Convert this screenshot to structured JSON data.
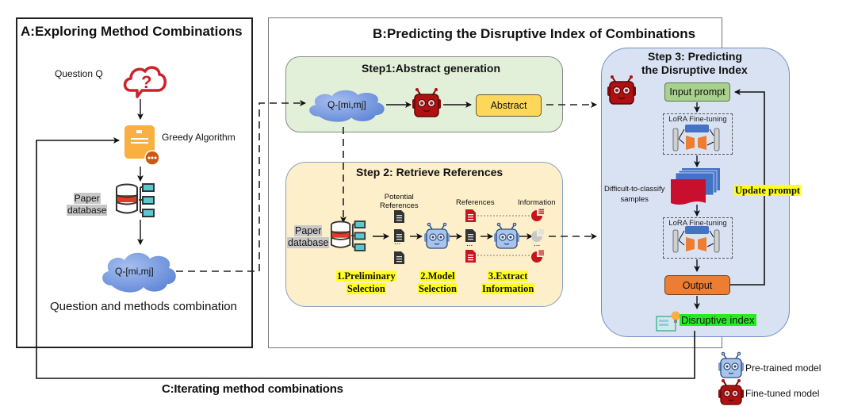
{
  "sections": {
    "a": {
      "title": "A:Exploring Method Combinations"
    },
    "b": {
      "title": "B:Predicting the Disruptive Index of Combinations"
    },
    "c": {
      "title": "C:Iterating method combinations"
    }
  },
  "panel_a": {
    "question_label": "Question Q",
    "greedy_label": "Greedy Algorithm",
    "db_label_line1": "Paper",
    "db_label_line2": "database",
    "cloud_text": "Q-[mi,mj]",
    "caption": "Question and methods combination"
  },
  "step1": {
    "title": "Step1:Abstract generation",
    "cloud_text": "Q-[mi,mj]",
    "abstract_label": "Abstract"
  },
  "step2": {
    "title": "Step 2: Retrieve References",
    "db_label_line1": "Paper",
    "db_label_line2": "database",
    "potential_line1": "Potential",
    "potential_line2": "References",
    "references_label": "References",
    "information_label": "Information",
    "ellipsis": "...",
    "stage1_line1": "1.Preliminary",
    "stage1_line2": "Selection",
    "stage2_line1": "2.Model",
    "stage2_line2": "Selection",
    "stage3_line1": "3.Extract",
    "stage3_line2": "Information"
  },
  "step3": {
    "title_line1": "Step 3: Predicting",
    "title_line2": "the Disruptive Index",
    "input_prompt": "Input prompt",
    "lora_label_1": "LoRA Fine-tuning",
    "lora_label_2": "LoRA Fine-tuning",
    "difficult_line1": "Difficult-to-classify",
    "difficult_line2": "samples",
    "update_prompt": "Update prompt",
    "output_label": "Output",
    "disruptive_index": "Disruptive index"
  },
  "legend": {
    "pretrained": "Pre-trained model",
    "finetuned": "Fine-tuned model"
  },
  "colors": {
    "fine_tuned_robot": "#b01010",
    "pre_trained_robot": "#a9c4ec",
    "cloud": "#6d93dc",
    "question_icon": "#d0202a",
    "greedy_icon": "#f9b040",
    "step1_bg": "#e2efd9",
    "step2_bg": "#fdefc9",
    "step3_bg": "#d9e2f3",
    "highlight_yellow": "#ffff22",
    "highlight_green": "#22ee22"
  }
}
